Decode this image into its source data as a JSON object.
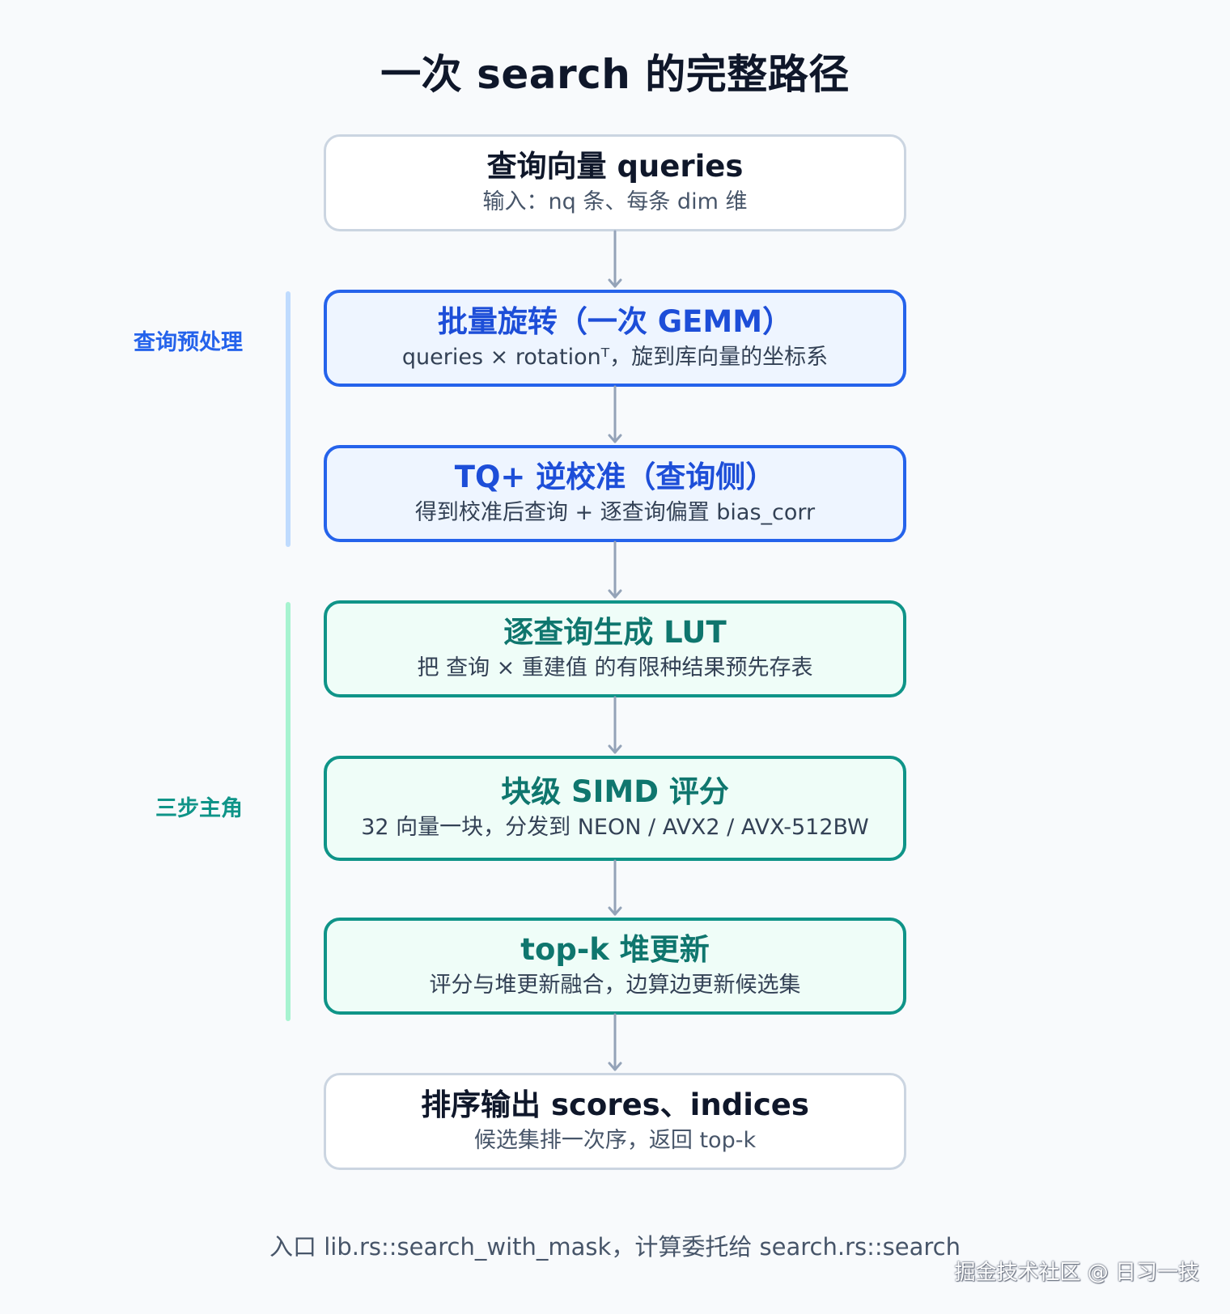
{
  "title": "一次 search 的完整路径",
  "groups": {
    "preprocess": {
      "label": "查询预处理",
      "color": "#2563eb"
    },
    "main": {
      "label": "三步主角",
      "color": "#0f9488"
    }
  },
  "steps": [
    {
      "title": "查询向量 queries",
      "subtitle": "输入：nq 条、每条 dim 维"
    },
    {
      "title": "批量旋转（一次 GEMM）",
      "subtitle": "queries × rotationᵀ，旋到库向量的坐标系"
    },
    {
      "title": "TQ+ 逆校准（查询侧）",
      "subtitle": "得到校准后查询 + 逐查询偏置 bias_corr"
    },
    {
      "title": "逐查询生成 LUT",
      "subtitle": "把 查询 × 重建值 的有限种结果预先存表"
    },
    {
      "title": "块级 SIMD 评分",
      "subtitle": "32 向量一块，分发到 NEON / AVX2 / AVX-512BW"
    },
    {
      "title": "top-k 堆更新",
      "subtitle": "评分与堆更新融合，边算边更新候选集"
    },
    {
      "title": "排序输出 scores、indices",
      "subtitle": "候选集排一次序，返回 top-k"
    }
  ],
  "footnote": "入口 lib.rs::search_with_mask，计算委托给 search.rs::search",
  "watermark": "掘金技术社区 @ 日习一技",
  "colors": {
    "blue_border": "#2563eb",
    "blue_fill": "#eef5ff",
    "teal_border": "#0f9488",
    "teal_fill": "#effdf8",
    "neutral_border": "#cbd5e1",
    "arrow": "#94a3b8"
  }
}
